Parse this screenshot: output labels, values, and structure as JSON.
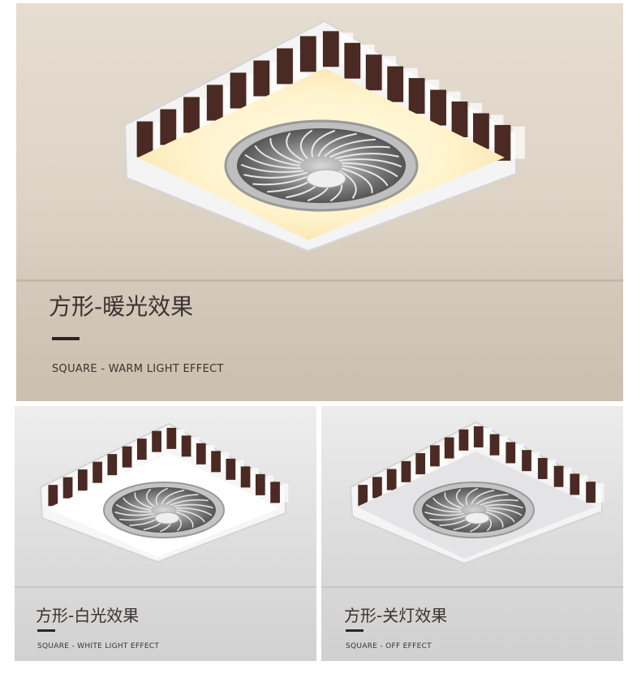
{
  "panels": {
    "warm": {
      "title": "方形-暖光效果",
      "subtitle": "SQUARE - WARM LIGHT EFFECT"
    },
    "white": {
      "title": "方形-白光效果",
      "subtitle": "SQUARE - WHITE LIGHT EFFECT"
    },
    "off": {
      "title": "方形-关灯效果",
      "subtitle": "SQUARE - OFF EFFECT"
    }
  },
  "colors": {
    "warm_glow": "#fff4cf",
    "white_glow": "#ffffff",
    "off_face": "#e4e4e6",
    "crystal_dark": "#4a2a22",
    "fan_grey": "#8a8a8a"
  }
}
